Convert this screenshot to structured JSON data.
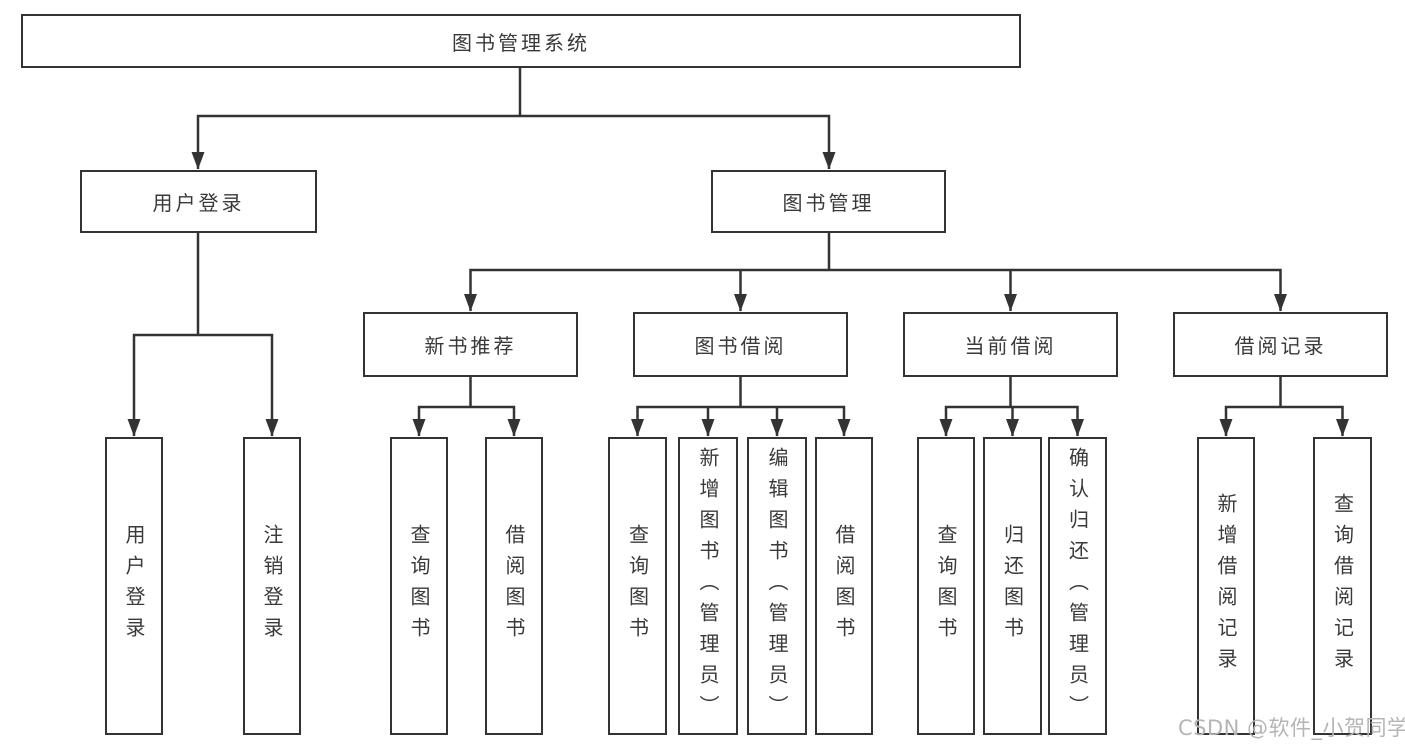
{
  "diagram": {
    "tree": {
      "label": "图书管理系统",
      "children": [
        {
          "label": "用户登录",
          "children": [
            {
              "label": "用户登录"
            },
            {
              "label": "注销登录"
            }
          ]
        },
        {
          "label": "图书管理",
          "children": [
            {
              "label": "新书推荐",
              "children": [
                {
                  "label": "查询图书"
                },
                {
                  "label": "借阅图书"
                }
              ]
            },
            {
              "label": "图书借阅",
              "children": [
                {
                  "label": "查询图书"
                },
                {
                  "label": "新增图书（管理员）"
                },
                {
                  "label": "编辑图书（管理员）"
                },
                {
                  "label": "借阅图书"
                }
              ]
            },
            {
              "label": "当前借阅",
              "children": [
                {
                  "label": "查询图书"
                },
                {
                  "label": "归还图书"
                },
                {
                  "label": "确认归还（管理员）"
                }
              ]
            },
            {
              "label": "借阅记录",
              "children": [
                {
                  "label": "新增借阅记录"
                },
                {
                  "label": "查询借阅记录"
                }
              ]
            }
          ]
        }
      ]
    },
    "colors": {
      "line": "#333333",
      "box_border": "#333333",
      "box_fill": "#ffffff",
      "text": "#3a3a3a",
      "background": "#ffffff",
      "watermark_text": "#b5b5b5"
    }
  },
  "watermark": {
    "text": "CSDN @软件_小贺同学"
  }
}
